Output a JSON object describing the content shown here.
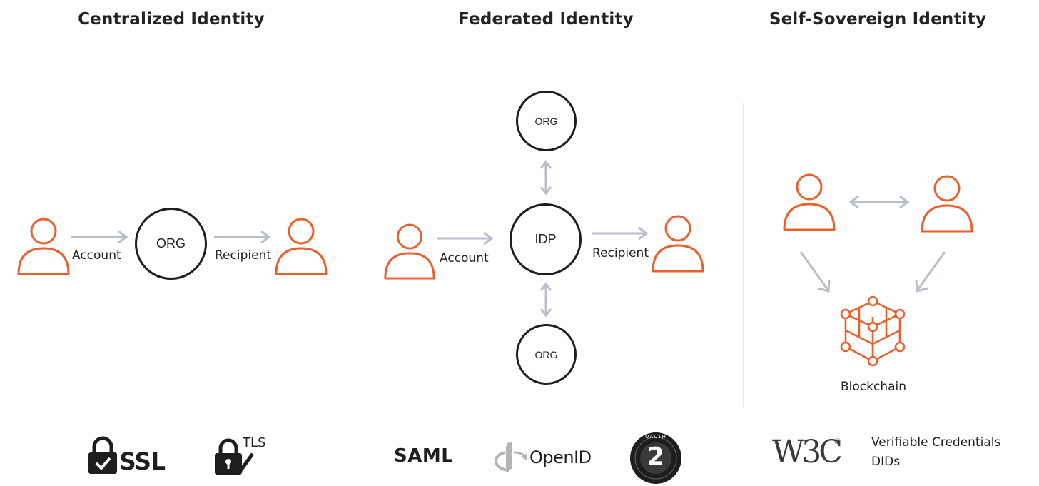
{
  "titles": {
    "centralized": "Centralized Identity",
    "federated": "Federated Identity",
    "ssi": "Self-Sovereign Identity"
  },
  "centralized": {
    "node": "ORG",
    "left_label": "Account",
    "right_label": "Recipient"
  },
  "federated": {
    "top_node": "ORG",
    "center_node": "IDP",
    "bottom_node": "ORG",
    "left_label": "Account",
    "right_label": "Recipient"
  },
  "ssi": {
    "hub_label": "Blockchain"
  },
  "logos": {
    "ssl": "SSL",
    "tls": "TLS",
    "saml": "SAML",
    "openid": "OpenID",
    "oauth_number": "2",
    "oauth_ring": "OAUTH",
    "w3c": "W3C",
    "w3c_mark": "®",
    "vc_line1": "Verifiable Credentials",
    "vc_line2": "DIDs"
  },
  "colors": {
    "accent": "#e8602c",
    "ink": "#1e1e1e",
    "arrow": "#b9bec8",
    "divider": "#e6e6e6"
  }
}
